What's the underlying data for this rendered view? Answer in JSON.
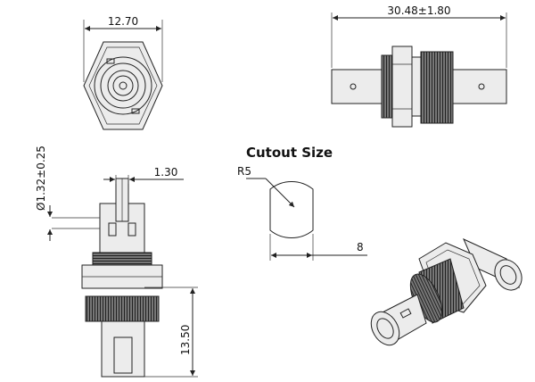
{
  "dimensions": {
    "hex_width": "12.70",
    "overall_length": "30.48±1.80",
    "diameter": "Ø1.32±0.25",
    "pin_width": "1.30",
    "body_height": "13.50",
    "cutout_radius": "R5",
    "cutout_width": "8"
  },
  "labels": {
    "cutout_title": "Cutout Size"
  }
}
